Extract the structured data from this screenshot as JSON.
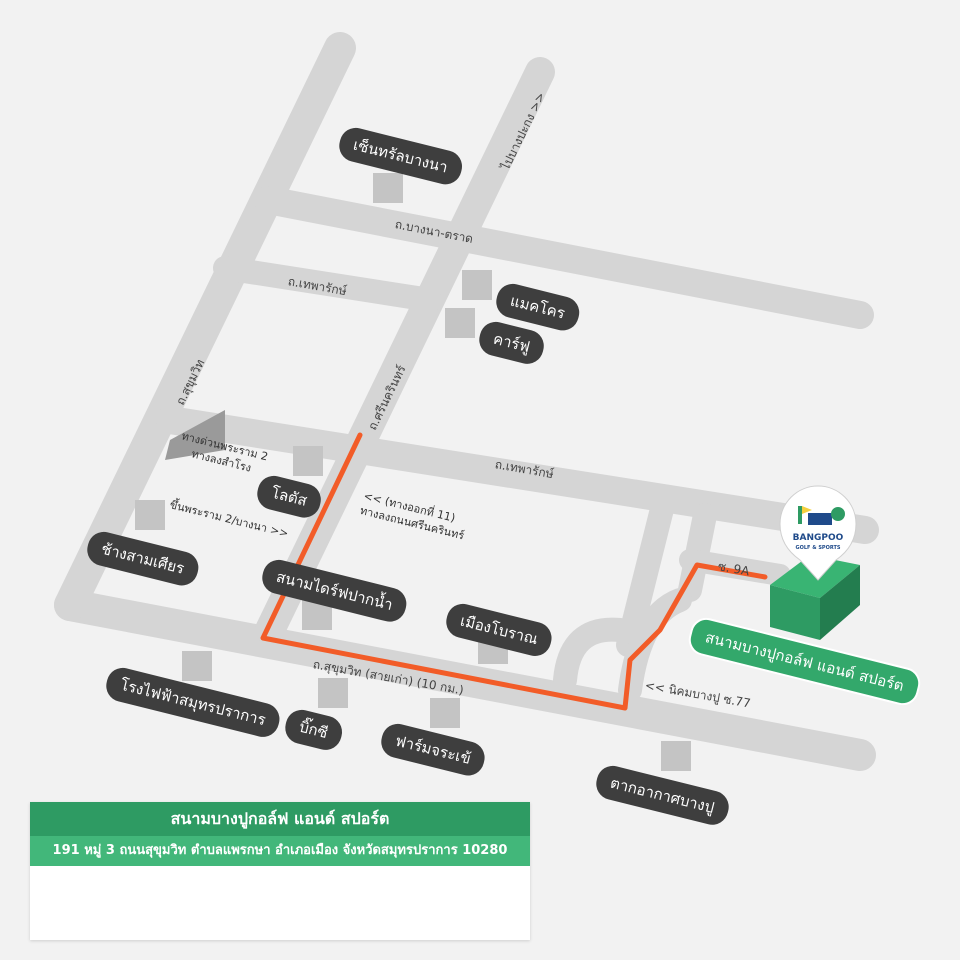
{
  "roads": {
    "bangna_trat": "ถ.บางนา-ตราด",
    "thepharak_north": "ถ.เทพารักษ์",
    "thepharak_south": "ถ.เทพารักษ์",
    "sukhumvit_west": "ถ.สุขุมวิท",
    "srinakarin": "ถ.ศรีนครินทร์",
    "to_bangpakong": "ไปบางปะกง >>",
    "sukhumvit_old": "ถ.สุขุมวิท (สายเก่า) (10 กม.)",
    "nikhom_bangpu": "<< นิคมบางปู ซ.77",
    "soi_9a": "ซ. 9A"
  },
  "notes": {
    "expressway_exit_line1": "ทางด่วนพระราม 2",
    "expressway_exit_line2": "ทางลงสำโรง",
    "rama2_bangna": "ขึ้นพระราม 2/บางนา >>",
    "exit11_line1": "<<  (ทางออกที่ 11)",
    "exit11_line2": "ทางลงถนนศรีนครินทร์"
  },
  "landmarks": {
    "central_bangna": "เซ็นทรัลบางนา",
    "makro": "แมคโคร",
    "carrefour": "คาร์ฟู",
    "lotus": "โลตัส",
    "chang_samsian": "ช้างสามเศียร",
    "pak_nam_golf": "สนามไดร์ฟปากน้ำ",
    "muang_boran": "เมืองโบราณ",
    "samut_prakan_power": "โรงไฟฟ้าสมุทรปราการ",
    "big_c": "บิ๊กซี",
    "crocodile_farm": "ฟาร์มจระเข้",
    "bangpu_airforce": "ตากอากาศบางปู"
  },
  "destination": {
    "label": "สนามบางปูกอล์ฟ แอนด์ สปอร์ต",
    "logo_text_1": "BANGPOO",
    "logo_text_2": "GOLF & SPORTS"
  },
  "panel": {
    "title": "สนามบางปูกอล์ฟ แอนด์ สปอร์ต",
    "address": "191 หมู่ 3 ถนนสุขุมวิท ตำบลแพรกษา อำเภอเมือง จังหวัดสมุทรปราการ 10280"
  },
  "colors": {
    "road": "#d5d5d5",
    "route": "#f25c28",
    "label_bg": "#3e3e3e",
    "brand_green": "#2e9b63",
    "brand_green_light": "#42b77a",
    "building": "#c4c4c4"
  }
}
